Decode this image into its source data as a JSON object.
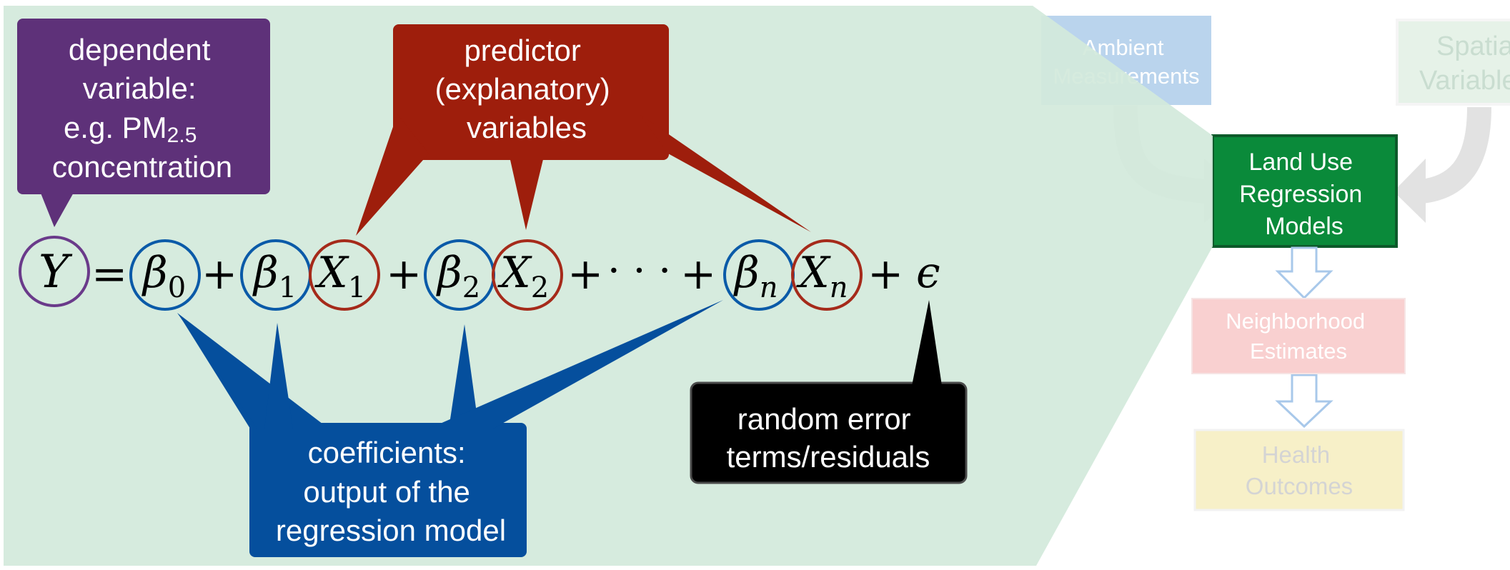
{
  "colors": {
    "panel_bg": "#d3eadb",
    "purple": "#5e3179",
    "red": "#9e1e0c",
    "blue": "#054f9d",
    "black": "#000000",
    "green_box": "#0a8a3a",
    "ring_purple": "#6a3a8a",
    "ring_blue": "#0a5aa8",
    "ring_red": "#a52a1a"
  },
  "callouts": {
    "dependent": [
      "dependent",
      "variable:",
      "e.g. PM",
      "concentration"
    ],
    "dependent_subscript": "2.5",
    "predictor": [
      "predictor",
      "(explanatory)",
      "variables"
    ],
    "coefficients": [
      "coefficients:",
      "output of the",
      "regression  model"
    ],
    "error": [
      "random error",
      "terms/residuals"
    ]
  },
  "equation": {
    "Y": "Y",
    "equals": "=",
    "beta": "β",
    "X": "X",
    "plus": "+",
    "dots": "· · ·",
    "epsilon": "ϵ",
    "sub0": "0",
    "sub1": "1",
    "sub2": "2",
    "subn": "n"
  },
  "flow": {
    "ambient": [
      "Ambient",
      "Measurements"
    ],
    "spatial": [
      "Spatial",
      "Variables"
    ],
    "lur": [
      "Land Use",
      "Regression",
      "Models"
    ],
    "neighborhood": [
      "Neighborhood",
      "Estimates"
    ],
    "health": [
      "Health",
      "Outcomes"
    ]
  }
}
